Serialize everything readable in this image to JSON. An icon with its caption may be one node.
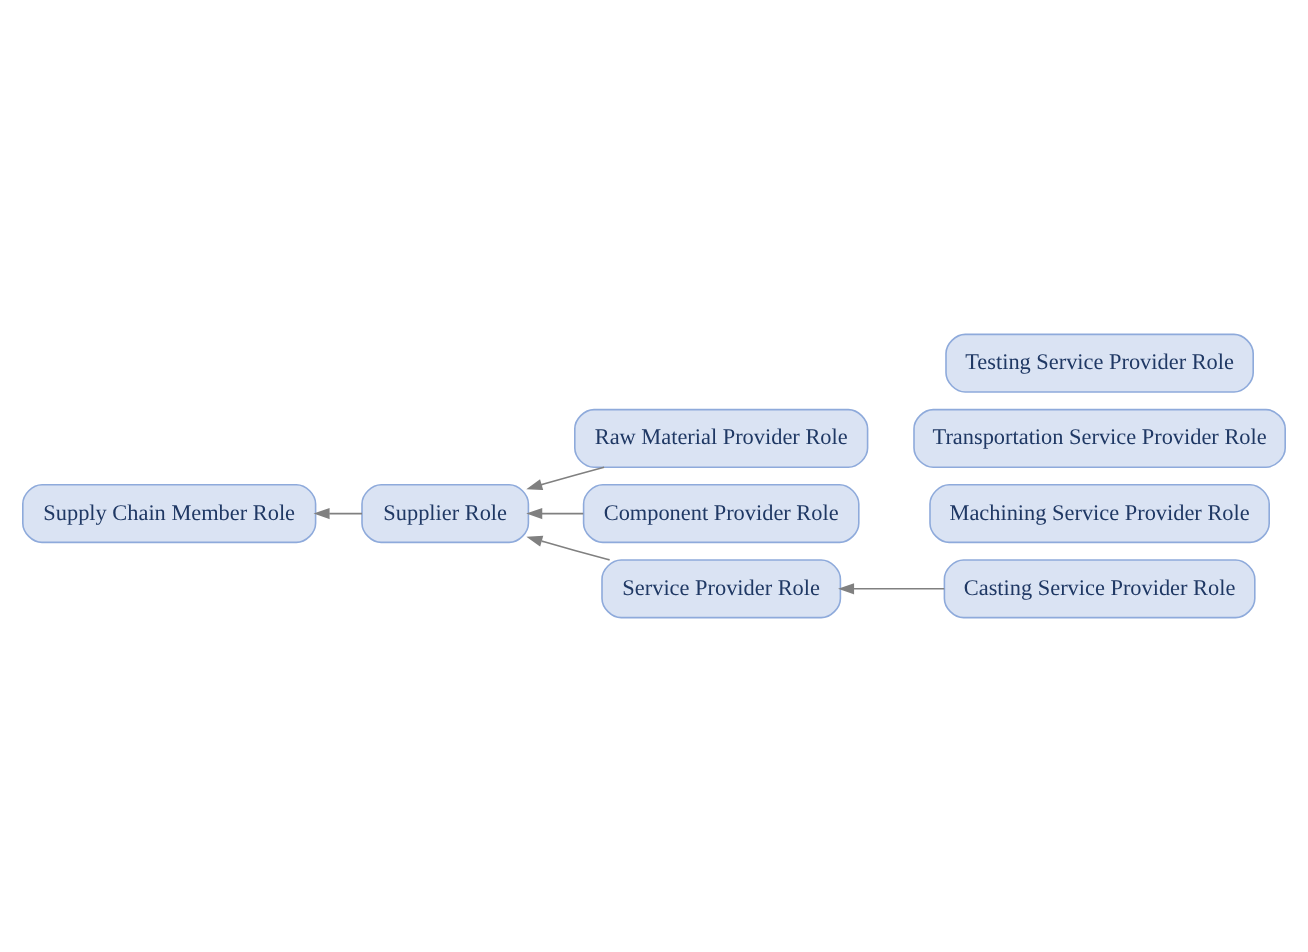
{
  "diagram": {
    "nodes": [
      {
        "text": [
          "Supply Chain Member Role"
        ]
      },
      {
        "text": [
          "Supplier Role"
        ]
      },
      {
        "text": [
          "Raw Material Provider Role"
        ]
      },
      {
        "text": [
          "Component Provider Role"
        ]
      },
      {
        "text": [
          "Service Provider Role"
        ]
      },
      {
        "text": [
          "Casting Service Provider Role"
        ]
      },
      {
        "text": [
          "Machining Service Provider Role"
        ]
      },
      {
        "text": [
          "Transportation Service Provider Role"
        ]
      },
      {
        "text": [
          "Testing Service Provider Role"
        ]
      }
    ],
    "edges": [
      {
        "from": 1,
        "to": 0,
        "arrow": "to"
      },
      {
        "from": 2,
        "to": 1,
        "arrow": "to"
      },
      {
        "from": 3,
        "to": 1,
        "arrow": "to"
      },
      {
        "from": 4,
        "to": 1,
        "arrow": "to"
      },
      {
        "from": 5,
        "to": 4,
        "arrow": "to"
      }
    ]
  }
}
